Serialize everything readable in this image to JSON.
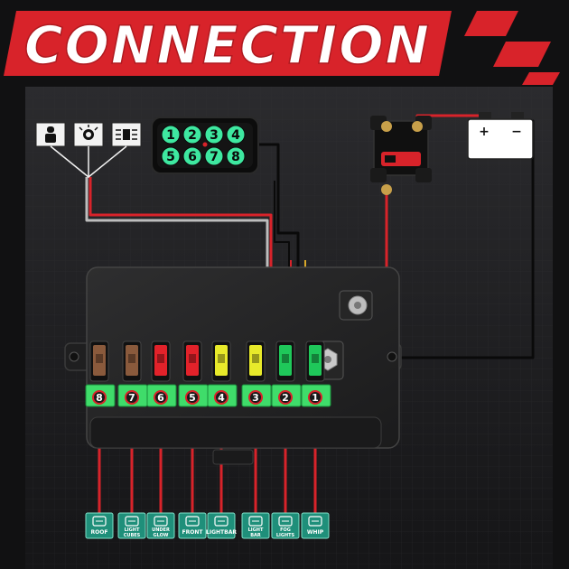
{
  "title": "CONNECTION",
  "switch_panel": {
    "keys_top": [
      "1",
      "2",
      "3",
      "4"
    ],
    "keys_bottom": [
      "5",
      "6",
      "7",
      "8"
    ]
  },
  "breaker": {
    "plate": ""
  },
  "battery": {
    "positive": "+",
    "negative": "−"
  },
  "fuse_slots": [
    {
      "number": "8",
      "color": "#8a5a3c"
    },
    {
      "number": "7",
      "color": "#8a5a3c"
    },
    {
      "number": "6",
      "color": "#e2222a"
    },
    {
      "number": "5",
      "color": "#e2222a"
    },
    {
      "number": "4",
      "color": "#e8ea2a"
    },
    {
      "number": "3",
      "color": "#e8ea2a"
    },
    {
      "number": "2",
      "color": "#1fc85a"
    },
    {
      "number": "1",
      "color": "#1fc85a"
    }
  ],
  "outputs": [
    {
      "label": "ROOF",
      "icon": "roof-light-icon"
    },
    {
      "label": "LIGHT CUBES",
      "icon": "light-cubes-icon"
    },
    {
      "label": "UNDER GLOW",
      "icon": "under-glow-icon"
    },
    {
      "label": "FRONT",
      "icon": "front-light-icon"
    },
    {
      "label": "LIGHTBAR",
      "icon": "lightbar-icon"
    },
    {
      "label": "LIGHT BAR",
      "icon": "light-bar-icon"
    },
    {
      "label": "FOG LIGHTS",
      "icon": "fog-lights-icon"
    },
    {
      "label": "WHIP",
      "icon": "whip-flag-icon"
    }
  ],
  "colors": {
    "accent_red": "#d8232a",
    "key_green": "#3ee8a0",
    "terminal_green": "#3fdc6a",
    "label_teal": "#1f8f7a"
  }
}
